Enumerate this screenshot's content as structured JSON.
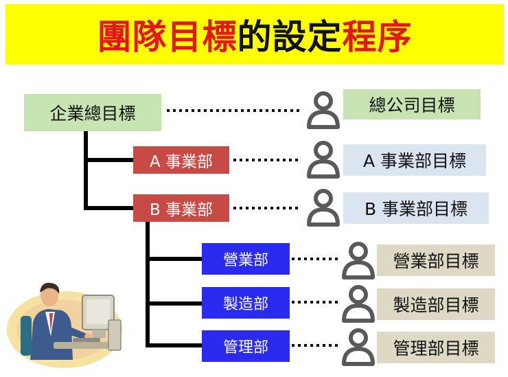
{
  "title": {
    "parts": [
      {
        "text": "團隊目標",
        "color": "red"
      },
      {
        "text": "的設定",
        "color": "black"
      },
      {
        "text": "程序",
        "color": "red"
      }
    ]
  },
  "diagram": {
    "root": {
      "label": "企業總目標",
      "goal": "總公司目標"
    },
    "divisions": [
      {
        "label": "A 事業部",
        "goal": "A 事業部目標"
      },
      {
        "label": "B 事業部",
        "goal": "B 事業部目標"
      }
    ],
    "departments": [
      {
        "label": "營業部",
        "goal": "營業部目標"
      },
      {
        "label": "製造部",
        "goal": "製造部目標"
      },
      {
        "label": "管理部",
        "goal": "管理部目標"
      }
    ]
  },
  "icons": {
    "person": "person-icon",
    "clipart": "office-worker-computer-icon"
  },
  "colors": {
    "title_bg": "#ffff00",
    "title_red": "#e4161c",
    "root_green": "#c7e4b1",
    "division_red": "#c84a44",
    "department_blue": "#2b2bf0",
    "goal_blue": "#dbe5f1",
    "goal_tan": "#ddd9c4"
  }
}
